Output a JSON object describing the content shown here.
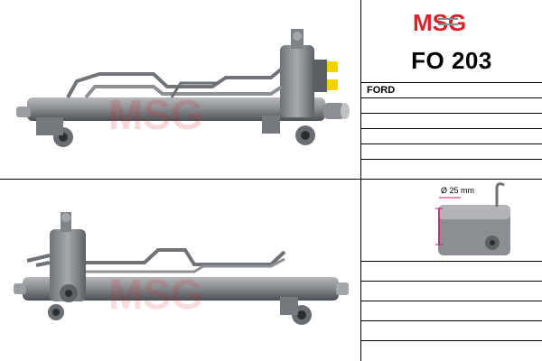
{
  "brand": {
    "logo_text": "MSG",
    "logo_red": "#d8232a",
    "logo_gray": "#8a8d91"
  },
  "product": {
    "part_number": "FO 203"
  },
  "applications": [
    "FORD",
    "",
    "",
    "",
    "",
    ""
  ],
  "detail": {
    "diameter_label": "Ø 25 mm",
    "dimension_color": "#c2186a"
  },
  "watermark": {
    "text": "MSG"
  }
}
